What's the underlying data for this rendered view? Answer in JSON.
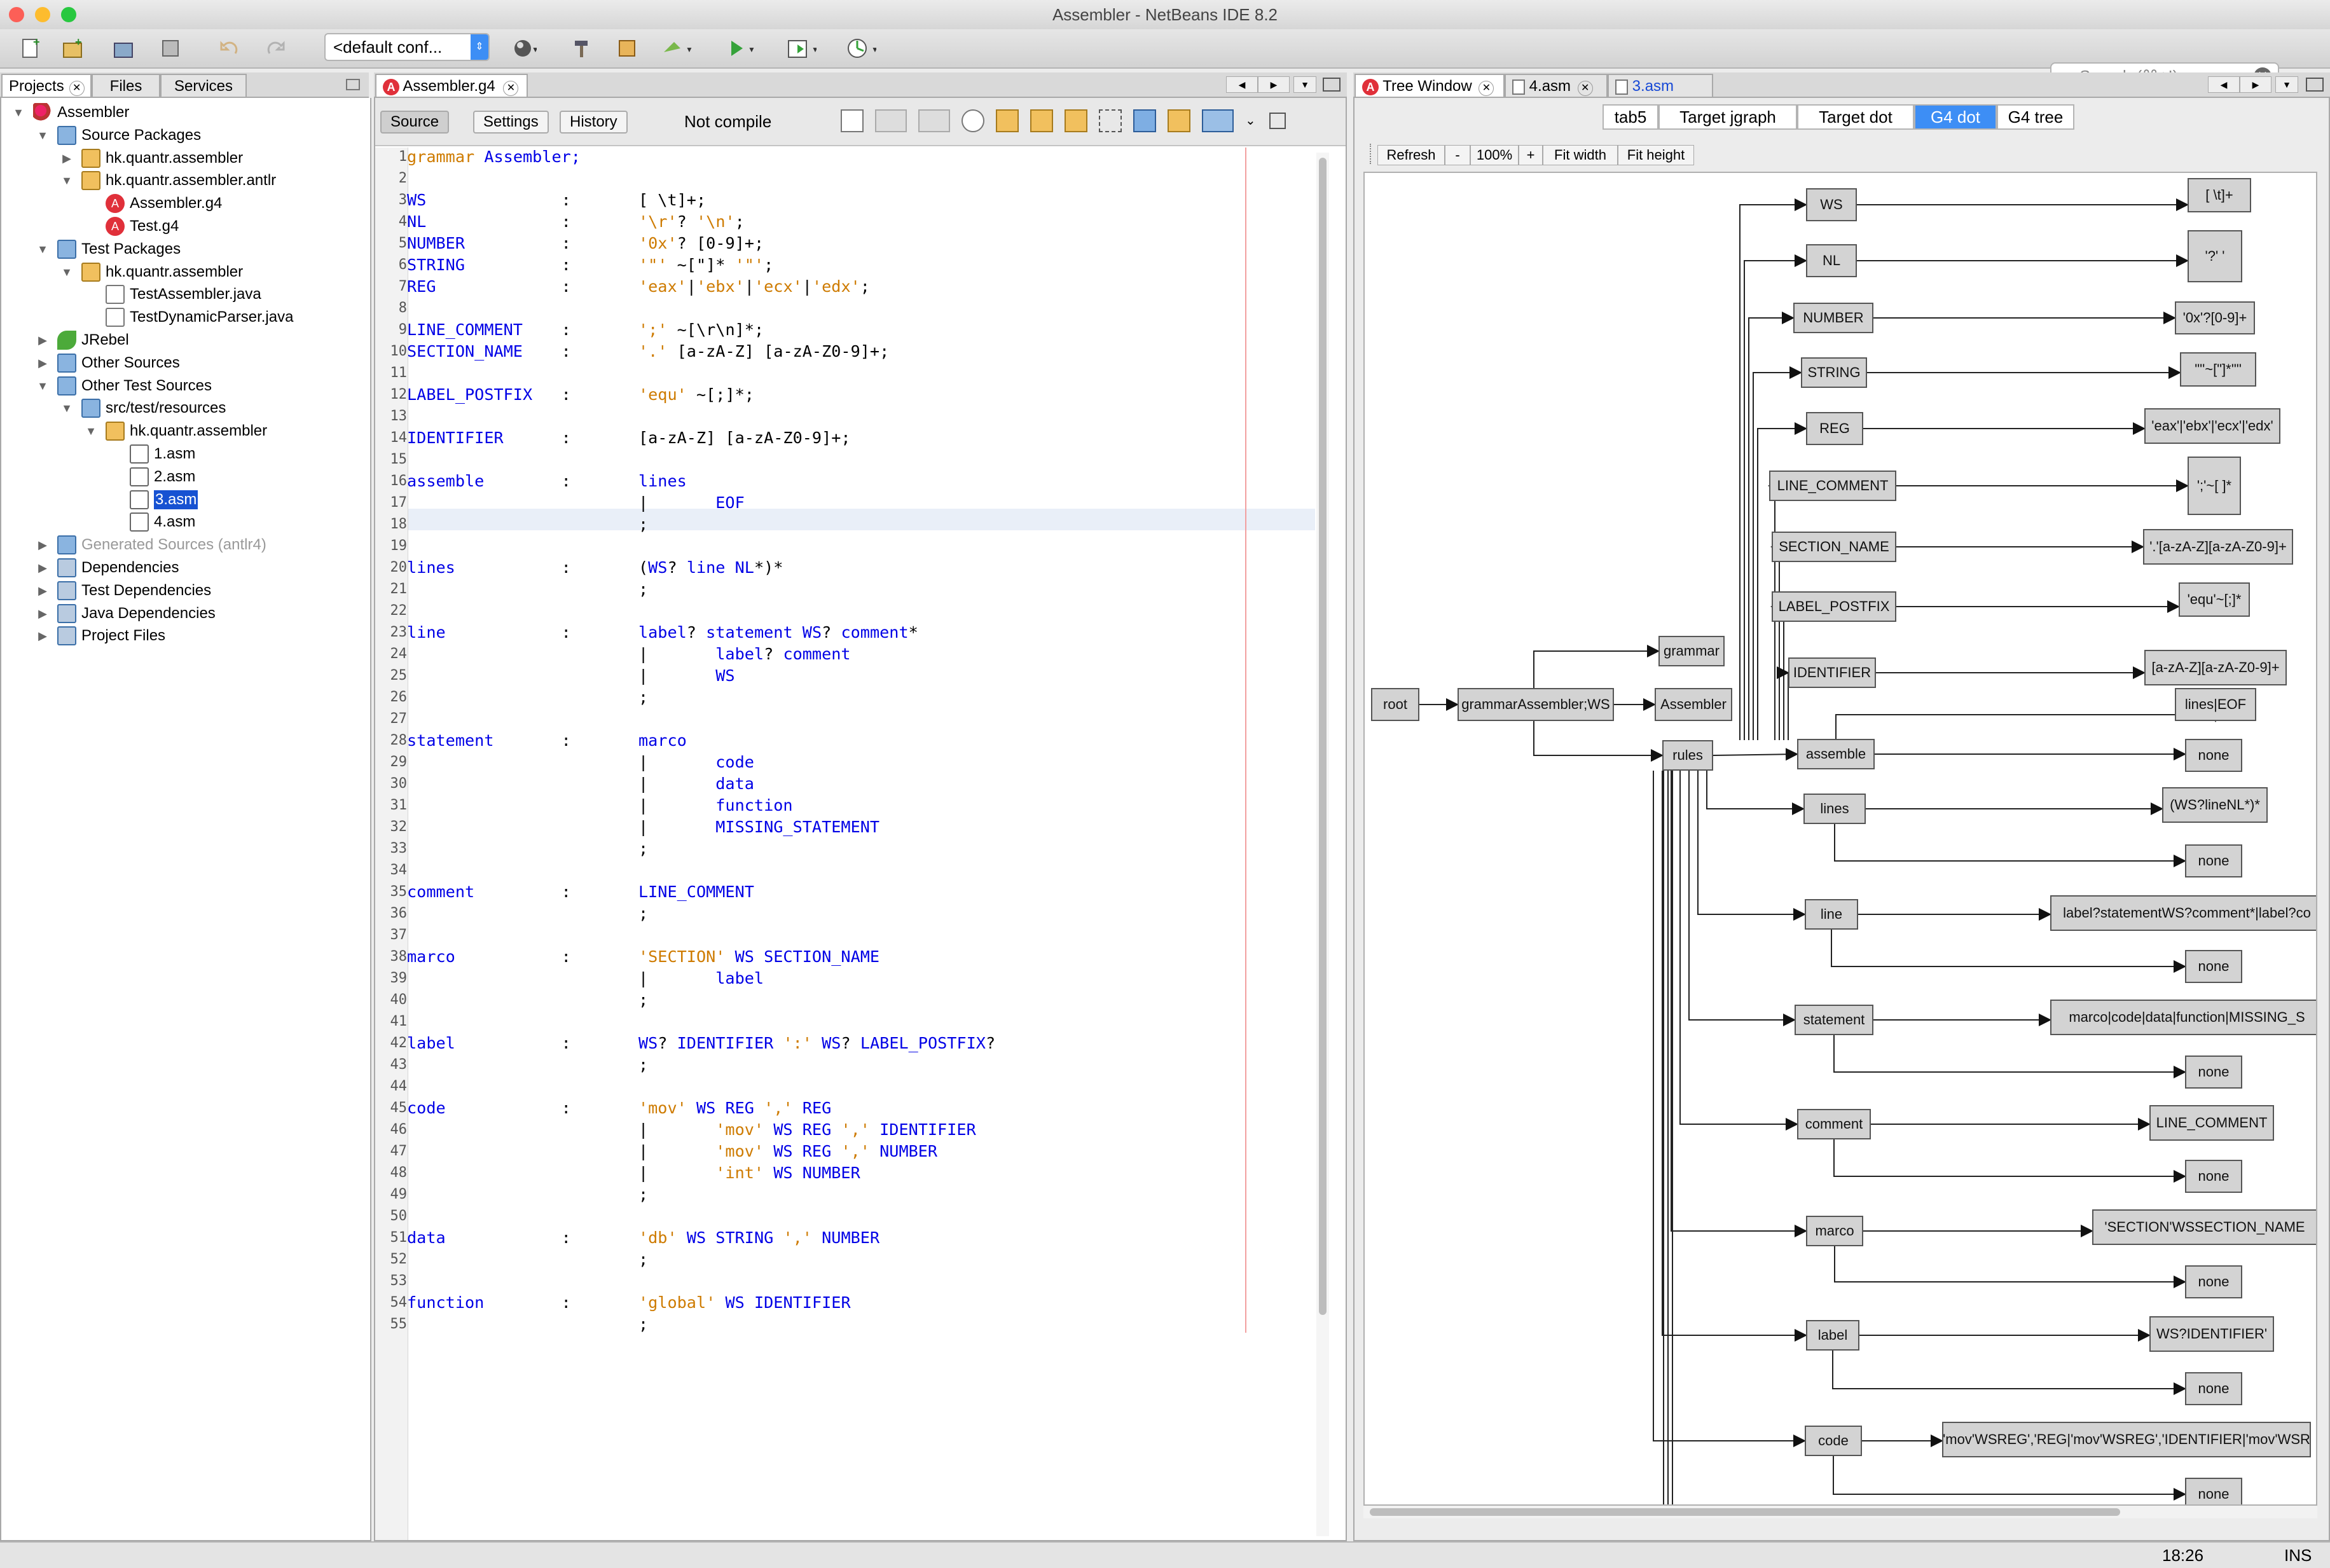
{
  "window": {
    "title": "Assembler - NetBeans IDE 8.2"
  },
  "toolbar": {
    "config": "<default conf...",
    "search_placeholder": "Search (⌘+I)"
  },
  "left_tabs": [
    "Projects",
    "Files",
    "Services"
  ],
  "project_tree": [
    {
      "label": "Assembler",
      "depth": 0,
      "tw": "▼",
      "icon": "project"
    },
    {
      "label": "Source Packages",
      "depth": 1,
      "tw": "▼",
      "icon": "folder"
    },
    {
      "label": "hk.quantr.assembler",
      "depth": 2,
      "tw": "▶",
      "icon": "package"
    },
    {
      "label": "hk.quantr.assembler.antlr",
      "depth": 2,
      "tw": "▼",
      "icon": "package"
    },
    {
      "label": "Assembler.g4",
      "depth": 3,
      "tw": "",
      "icon": "antlr"
    },
    {
      "label": "Test.g4",
      "depth": 3,
      "tw": "",
      "icon": "antlr"
    },
    {
      "label": "Test Packages",
      "depth": 1,
      "tw": "▼",
      "icon": "folder"
    },
    {
      "label": "hk.quantr.assembler",
      "depth": 2,
      "tw": "▼",
      "icon": "package"
    },
    {
      "label": "TestAssembler.java",
      "depth": 3,
      "tw": "",
      "icon": "java"
    },
    {
      "label": "TestDynamicParser.java",
      "depth": 3,
      "tw": "",
      "icon": "java"
    },
    {
      "label": "JRebel",
      "depth": 1,
      "tw": "▶",
      "icon": "jrebel"
    },
    {
      "label": "Other Sources",
      "depth": 1,
      "tw": "▶",
      "icon": "folder"
    },
    {
      "label": "Other Test Sources",
      "depth": 1,
      "tw": "▼",
      "icon": "folder"
    },
    {
      "label": "src/test/resources",
      "depth": 2,
      "tw": "▼",
      "icon": "folder"
    },
    {
      "label": "hk.quantr.assembler",
      "depth": 3,
      "tw": "▼",
      "icon": "package"
    },
    {
      "label": "1.asm",
      "depth": 4,
      "tw": "",
      "icon": "file"
    },
    {
      "label": "2.asm",
      "depth": 4,
      "tw": "",
      "icon": "file"
    },
    {
      "label": "3.asm",
      "depth": 4,
      "tw": "",
      "icon": "file",
      "selected": true
    },
    {
      "label": "4.asm",
      "depth": 4,
      "tw": "",
      "icon": "file"
    },
    {
      "label": "Generated Sources (antlr4)",
      "depth": 1,
      "tw": "▶",
      "icon": "folder",
      "dim": true
    },
    {
      "label": "Dependencies",
      "depth": 1,
      "tw": "▶",
      "icon": "lib"
    },
    {
      "label": "Test Dependencies",
      "depth": 1,
      "tw": "▶",
      "icon": "lib"
    },
    {
      "label": "Java Dependencies",
      "depth": 1,
      "tw": "▶",
      "icon": "lib"
    },
    {
      "label": "Project Files",
      "depth": 1,
      "tw": "▶",
      "icon": "lib"
    }
  ],
  "editor": {
    "tab": "Assembler.g4",
    "source_btn": "Source",
    "settings_btn": "Settings",
    "history_btn": "History",
    "status": "Not compile",
    "lines": [
      [
        [
          "k",
          "grammar Assembler;"
        ]
      ],
      [],
      [
        [
          "k",
          "WS"
        ],
        [
          "t",
          "              :       [ \\t]+;"
        ]
      ],
      [
        [
          "k",
          "NL"
        ],
        [
          "t",
          "              :       "
        ],
        [
          "s",
          "'\\r'"
        ],
        [
          "t",
          "? "
        ],
        [
          "s",
          "'\\n'"
        ],
        [
          "t",
          ";"
        ]
      ],
      [
        [
          "k",
          "NUMBER"
        ],
        [
          "t",
          "          :       "
        ],
        [
          "s",
          "'0x'"
        ],
        [
          "t",
          "? [0-9]+;"
        ]
      ],
      [
        [
          "k",
          "STRING"
        ],
        [
          "t",
          "          :       "
        ],
        [
          "s",
          "'\"'"
        ],
        [
          "t",
          " ~[\"]* "
        ],
        [
          "s",
          "'\"'"
        ],
        [
          "t",
          ";"
        ]
      ],
      [
        [
          "k",
          "REG"
        ],
        [
          "t",
          "             :       "
        ],
        [
          "s",
          "'eax'"
        ],
        [
          "t",
          "|"
        ],
        [
          "s",
          "'ebx'"
        ],
        [
          "t",
          "|"
        ],
        [
          "s",
          "'ecx'"
        ],
        [
          "t",
          "|"
        ],
        [
          "s",
          "'edx'"
        ],
        [
          "t",
          ";"
        ]
      ],
      [],
      [
        [
          "k",
          "LINE_COMMENT"
        ],
        [
          "t",
          "    :       "
        ],
        [
          "s",
          "';'"
        ],
        [
          "t",
          " ~[\\r\\n]*;"
        ]
      ],
      [
        [
          "k",
          "SECTION_NAME"
        ],
        [
          "t",
          "    :       "
        ],
        [
          "s",
          "'.'"
        ],
        [
          "t",
          " [a-zA-Z] [a-zA-Z0-9]+;"
        ]
      ],
      [],
      [
        [
          "k",
          "LABEL_POSTFIX"
        ],
        [
          "t",
          "   :       "
        ],
        [
          "s",
          "'equ'"
        ],
        [
          "t",
          " ~[;]*;"
        ]
      ],
      [],
      [
        [
          "k",
          "IDENTIFIER"
        ],
        [
          "t",
          "      :       [a-zA-Z] [a-zA-Z0-9]+;"
        ]
      ],
      [],
      [
        [
          "k",
          "assemble"
        ],
        [
          "t",
          "        :       "
        ],
        [
          "k",
          "lines"
        ]
      ],
      [
        [
          "t",
          "                        |       "
        ],
        [
          "k",
          "EOF"
        ]
      ],
      [
        [
          "t",
          "                        ;"
        ]
      ],
      [],
      [
        [
          "k",
          "lines"
        ],
        [
          "t",
          "           :       ("
        ],
        [
          "k",
          "WS"
        ],
        [
          "t",
          "? "
        ],
        [
          "k",
          "line NL"
        ],
        [
          "t",
          "*)*"
        ]
      ],
      [
        [
          "t",
          "                        ;"
        ]
      ],
      [],
      [
        [
          "k",
          "line"
        ],
        [
          "t",
          "            :       "
        ],
        [
          "k",
          "label"
        ],
        [
          "t",
          "? "
        ],
        [
          "k",
          "statement WS"
        ],
        [
          "t",
          "? "
        ],
        [
          "k",
          "comment"
        ],
        [
          "t",
          "*"
        ]
      ],
      [
        [
          "t",
          "                        |       "
        ],
        [
          "k",
          "label"
        ],
        [
          "t",
          "? "
        ],
        [
          "k",
          "comment"
        ]
      ],
      [
        [
          "t",
          "                        |       "
        ],
        [
          "k",
          "WS"
        ]
      ],
      [
        [
          "t",
          "                        ;"
        ]
      ],
      [],
      [
        [
          "k",
          "statement"
        ],
        [
          "t",
          "       :       "
        ],
        [
          "k",
          "marco"
        ]
      ],
      [
        [
          "t",
          "                        |       "
        ],
        [
          "k",
          "code"
        ]
      ],
      [
        [
          "t",
          "                        |       "
        ],
        [
          "k",
          "data"
        ]
      ],
      [
        [
          "t",
          "                        |       "
        ],
        [
          "k",
          "function"
        ]
      ],
      [
        [
          "t",
          "                        |       "
        ],
        [
          "k",
          "MISSING_STATEMENT"
        ]
      ],
      [
        [
          "t",
          "                        ;"
        ]
      ],
      [],
      [
        [
          "k",
          "comment"
        ],
        [
          "t",
          "         :       "
        ],
        [
          "k",
          "LINE_COMMENT"
        ]
      ],
      [
        [
          "t",
          "                        ;"
        ]
      ],
      [],
      [
        [
          "k",
          "marco"
        ],
        [
          "t",
          "           :       "
        ],
        [
          "s",
          "'SECTION'"
        ],
        [
          "t",
          " "
        ],
        [
          "k",
          "WS SECTION_NAME"
        ]
      ],
      [
        [
          "t",
          "                        |       "
        ],
        [
          "k",
          "label"
        ]
      ],
      [
        [
          "t",
          "                        ;"
        ]
      ],
      [],
      [
        [
          "k",
          "label"
        ],
        [
          "t",
          "           :       "
        ],
        [
          "k",
          "WS"
        ],
        [
          "t",
          "? "
        ],
        [
          "k",
          "IDENTIFIER"
        ],
        [
          "t",
          " "
        ],
        [
          "s",
          "':'"
        ],
        [
          "t",
          " "
        ],
        [
          "k",
          "WS"
        ],
        [
          "t",
          "? "
        ],
        [
          "k",
          "LABEL_POSTFIX"
        ],
        [
          "t",
          "?"
        ]
      ],
      [
        [
          "t",
          "                        ;"
        ]
      ],
      [],
      [
        [
          "k",
          "code"
        ],
        [
          "t",
          "            :       "
        ],
        [
          "s",
          "'mov'"
        ],
        [
          "t",
          " "
        ],
        [
          "k",
          "WS REG"
        ],
        [
          "t",
          " "
        ],
        [
          "s",
          "','"
        ],
        [
          "t",
          " "
        ],
        [
          "k",
          "REG"
        ]
      ],
      [
        [
          "t",
          "                        |       "
        ],
        [
          "s",
          "'mov'"
        ],
        [
          "t",
          " "
        ],
        [
          "k",
          "WS REG"
        ],
        [
          "t",
          " "
        ],
        [
          "s",
          "','"
        ],
        [
          "t",
          " "
        ],
        [
          "k",
          "IDENTIFIER"
        ]
      ],
      [
        [
          "t",
          "                        |       "
        ],
        [
          "s",
          "'mov'"
        ],
        [
          "t",
          " "
        ],
        [
          "k",
          "WS REG"
        ],
        [
          "t",
          " "
        ],
        [
          "s",
          "','"
        ],
        [
          "t",
          " "
        ],
        [
          "k",
          "NUMBER"
        ]
      ],
      [
        [
          "t",
          "                        |       "
        ],
        [
          "s",
          "'int'"
        ],
        [
          "t",
          " "
        ],
        [
          "k",
          "WS NUMBER"
        ]
      ],
      [
        [
          "t",
          "                        ;"
        ]
      ],
      [],
      [
        [
          "k",
          "data"
        ],
        [
          "t",
          "            :       "
        ],
        [
          "s",
          "'db'"
        ],
        [
          "t",
          " "
        ],
        [
          "k",
          "WS STRING"
        ],
        [
          "t",
          " "
        ],
        [
          "s",
          "','"
        ],
        [
          "t",
          " "
        ],
        [
          "k",
          "NUMBER"
        ]
      ],
      [
        [
          "t",
          "                        ;"
        ]
      ],
      [],
      [
        [
          "k",
          "function"
        ],
        [
          "t",
          "        :       "
        ],
        [
          "s",
          "'global'"
        ],
        [
          "t",
          " "
        ],
        [
          "k",
          "WS IDENTIFIER"
        ]
      ],
      [
        [
          "t",
          "                        ;"
        ]
      ]
    ]
  },
  "right": {
    "tabs": [
      "Tree Window",
      "4.asm",
      "3.asm"
    ],
    "segments": [
      "tab5",
      "Target jgraph",
      "Target dot",
      "G4 dot",
      "G4 tree"
    ],
    "selected_segment": "G4 dot",
    "zoom_buttons": [
      "Refresh",
      "-",
      "100%",
      "+",
      "Fit width",
      "Fit height"
    ]
  },
  "graph": {
    "nodes": [
      {
        "id": "root",
        "label": "root"
      },
      {
        "id": "ga",
        "label": "grammarAssembler;WS"
      },
      {
        "id": "grammar",
        "label": "grammar"
      },
      {
        "id": "assembler",
        "label": "Assembler"
      },
      {
        "id": "rules",
        "label": "rules"
      },
      {
        "id": "ws",
        "label": "WS"
      },
      {
        "id": "ws_v",
        "label": "[ \\t]+"
      },
      {
        "id": "nl",
        "label": "NL"
      },
      {
        "id": "nl_v",
        "label": "'?' '"
      },
      {
        "id": "number",
        "label": "NUMBER"
      },
      {
        "id": "number_v",
        "label": "'0x'?[0-9]+"
      },
      {
        "id": "string",
        "label": "STRING"
      },
      {
        "id": "string_v",
        "label": "'\"'~[\"]*'\"'"
      },
      {
        "id": "reg",
        "label": "REG"
      },
      {
        "id": "reg_v",
        "label": "'eax'|'ebx'|'ecx'|'edx'"
      },
      {
        "id": "lc",
        "label": "LINE_COMMENT"
      },
      {
        "id": "lc_v",
        "label": "';'~[ ]*"
      },
      {
        "id": "sn",
        "label": "SECTION_NAME"
      },
      {
        "id": "sn_v",
        "label": "'.'[a-zA-Z][a-zA-Z0-9]+"
      },
      {
        "id": "lp",
        "label": "LABEL_POSTFIX"
      },
      {
        "id": "lp_v",
        "label": "'equ'~[;]*"
      },
      {
        "id": "ident",
        "label": "IDENTIFIER"
      },
      {
        "id": "ident_v",
        "label": "[a-zA-Z][a-zA-Z0-9]+"
      },
      {
        "id": "assemble",
        "label": "assemble"
      },
      {
        "id": "assemble_v",
        "label": "lines|EOF"
      },
      {
        "id": "assemble_n",
        "label": "none"
      },
      {
        "id": "lines",
        "label": "lines"
      },
      {
        "id": "lines_v",
        "label": "(WS?lineNL*)*"
      },
      {
        "id": "lines_n",
        "label": "none"
      },
      {
        "id": "line",
        "label": "line"
      },
      {
        "id": "line_v",
        "label": "label?statementWS?comment*|label?co"
      },
      {
        "id": "line_n",
        "label": "none"
      },
      {
        "id": "statement",
        "label": "statement"
      },
      {
        "id": "statement_v",
        "label": "marco|code|data|function|MISSING_S"
      },
      {
        "id": "statement_n",
        "label": "none"
      },
      {
        "id": "comment",
        "label": "comment"
      },
      {
        "id": "comment_v",
        "label": "LINE_COMMENT"
      },
      {
        "id": "comment_n",
        "label": "none"
      },
      {
        "id": "marco",
        "label": "marco"
      },
      {
        "id": "marco_v",
        "label": "'SECTION'WSSECTION_NAME"
      },
      {
        "id": "marco_n",
        "label": "none"
      },
      {
        "id": "label",
        "label": "label"
      },
      {
        "id": "label_v",
        "label": "WS?IDENTIFIER'"
      },
      {
        "id": "label_n",
        "label": "none"
      },
      {
        "id": "code",
        "label": "code"
      },
      {
        "id": "code_v",
        "label": "'mov'WSREG','REG|'mov'WSREG','IDENTIFIER|'mov'WSR"
      },
      {
        "id": "code_n",
        "label": "none"
      }
    ]
  },
  "status": {
    "time": "18:26",
    "mode": "INS"
  }
}
